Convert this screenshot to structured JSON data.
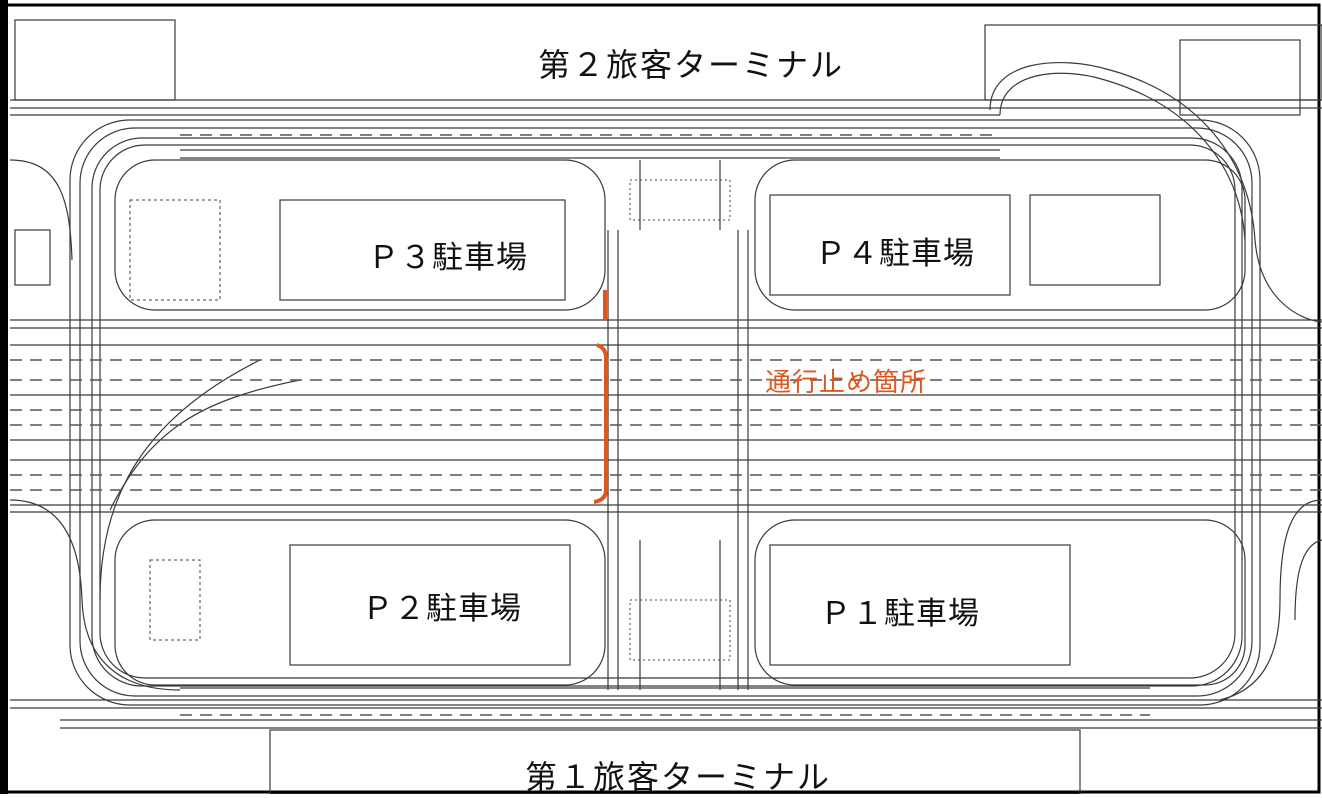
{
  "terminals": {
    "north": "第２旅客ターミナル",
    "south": "第１旅客ターミナル"
  },
  "parking_lots": {
    "p3": "Ｐ３駐車場",
    "p4": "Ｐ４駐車場",
    "p2": "Ｐ２駐車場",
    "p1": "Ｐ１駐車場"
  },
  "closure": {
    "label": "通行止め箇所",
    "color": "#e0561c"
  },
  "colors": {
    "line": "#3a3a3a",
    "road_dash": "#555555",
    "border": "#000000"
  }
}
